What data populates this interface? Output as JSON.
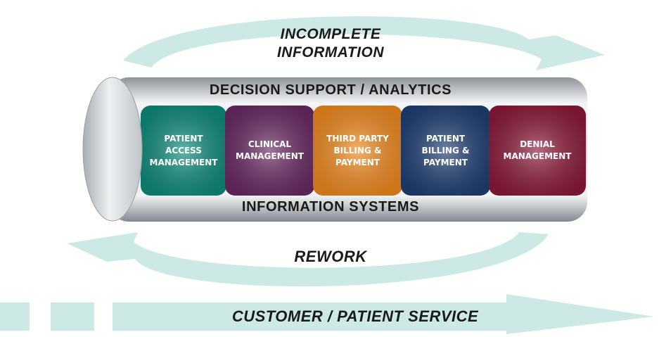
{
  "cycles": {
    "top_label_line1": "INCOMPLETE",
    "top_label_line2": "INFORMATION",
    "bottom_label": "REWORK"
  },
  "cylinder": {
    "top_band": "DECISION SUPPORT / ANALYTICS",
    "bottom_band": "INFORMATION SYSTEMS",
    "segments": [
      {
        "lines": [
          "PATIENT",
          "ACCESS",
          "MANAGEMENT"
        ],
        "color": "#0f8c7b"
      },
      {
        "lines": [
          "CLINICAL",
          "MANAGEMENT"
        ],
        "color": "#6a2a63"
      },
      {
        "lines": [
          "THIRD PARTY",
          "BILLING &",
          "PAYMENT"
        ],
        "color": "#f08a1e"
      },
      {
        "lines": [
          "PATIENT",
          "BILLING &",
          "PAYMENT"
        ],
        "color": "#1f3f73"
      },
      {
        "lines": [
          "DENIAL",
          "MANAGEMENT"
        ],
        "color": "#8c1a3a"
      }
    ]
  },
  "service_arrow": {
    "label": "CUSTOMER / PATIENT SERVICE"
  },
  "colors": {
    "arrow": "#cde9e6",
    "tube": "#d9dcdf"
  }
}
